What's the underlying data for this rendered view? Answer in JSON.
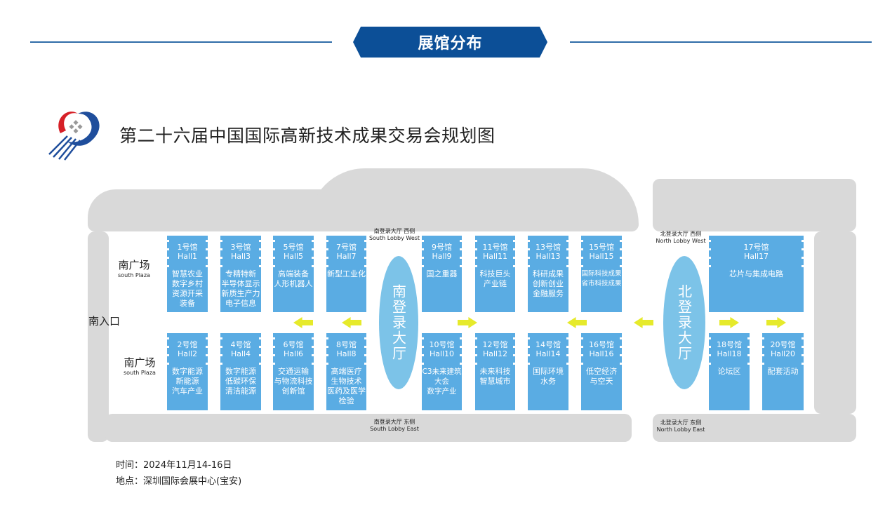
{
  "header": {
    "banner": "展馆分布"
  },
  "title": "第二十六届中国国际高新技术成果交易会规划图",
  "logo": {
    "icon": "hi-tech-fair-logo"
  },
  "plazas": [
    {
      "cn": "南广场",
      "en": "south Plaza"
    },
    {
      "cn": "南广场",
      "en": "south Plaza"
    }
  ],
  "entrance": "南入口",
  "lobbies": {
    "south": {
      "name": "南登录大厅",
      "west_cn": "南登录大厅 西侧",
      "west_en": "South Lobby West",
      "east_cn": "南登录大厅 东侧",
      "east_en": "South Lobby East"
    },
    "north": {
      "name": "北登录大厅",
      "west_cn": "北登录大厅 西侧",
      "west_en": "North Lobby West",
      "east_cn": "北登录大厅 东侧",
      "east_en": "North Lobby East"
    }
  },
  "halls": [
    {
      "cn": "1号馆",
      "en": "Hall1",
      "topic": "智慧农业\n数字乡村\n资源开采\n装备"
    },
    {
      "cn": "3号馆",
      "en": "Hall3",
      "topic": "专精特新\n半导体显示\n新质生产力\n电子信息"
    },
    {
      "cn": "5号馆",
      "en": "Hall5",
      "topic": "高端装备\n人形机器人"
    },
    {
      "cn": "7号馆",
      "en": "Hall7",
      "topic": "新型工业化"
    },
    {
      "cn": "9号馆",
      "en": "Hall9",
      "topic": "国之重器"
    },
    {
      "cn": "11号馆",
      "en": "Hall11",
      "topic": "科技巨头\n产业链"
    },
    {
      "cn": "13号馆",
      "en": "Hall13",
      "topic": "科研成果\n创新创业\n金融服务"
    },
    {
      "cn": "15号馆",
      "en": "Hall15",
      "topic": "国际科技成果\n省市科技成果"
    },
    {
      "cn": "17号馆",
      "en": "Hall17",
      "topic": "芯片与集成电路"
    },
    {
      "cn": "2号馆",
      "en": "Hall2",
      "topic": "数字能源\n新能源\n汽车产业"
    },
    {
      "cn": "4号馆",
      "en": "Hall4",
      "topic": "数字能源\n低碳环保\n清洁能源"
    },
    {
      "cn": "6号馆",
      "en": "Hall6",
      "topic": "交通运输\n与物流科技\n创新馆"
    },
    {
      "cn": "8号馆",
      "en": "Hall8",
      "topic": "高端医疗\n生物技术\n医药及医学\n检验"
    },
    {
      "cn": "10号馆",
      "en": "Hall10",
      "topic": "C3未来建筑\n大会\n数字产业"
    },
    {
      "cn": "12号馆",
      "en": "Hall12",
      "topic": "未来科技\n智慧城市"
    },
    {
      "cn": "14号馆",
      "en": "Hall14",
      "topic": "国际环境\n水务"
    },
    {
      "cn": "16号馆",
      "en": "Hall16",
      "topic": "低空经济\n与空天"
    },
    {
      "cn": "18号馆",
      "en": "Hall18",
      "topic": "论坛区"
    },
    {
      "cn": "20号馆",
      "en": "Hall20",
      "topic": "配套活动"
    }
  ],
  "arrows": [
    "left",
    "left",
    "right",
    "left",
    "left",
    "right",
    "right"
  ],
  "footer": {
    "time": "时间：2024年11月14-16日",
    "place": "地点：深圳国际会展中心(宝安)"
  },
  "colors": {
    "hall": "#5aace3",
    "lobby": "#7cc3e8",
    "banner": "#0c4f97",
    "arrow": "#e6ea2b"
  }
}
